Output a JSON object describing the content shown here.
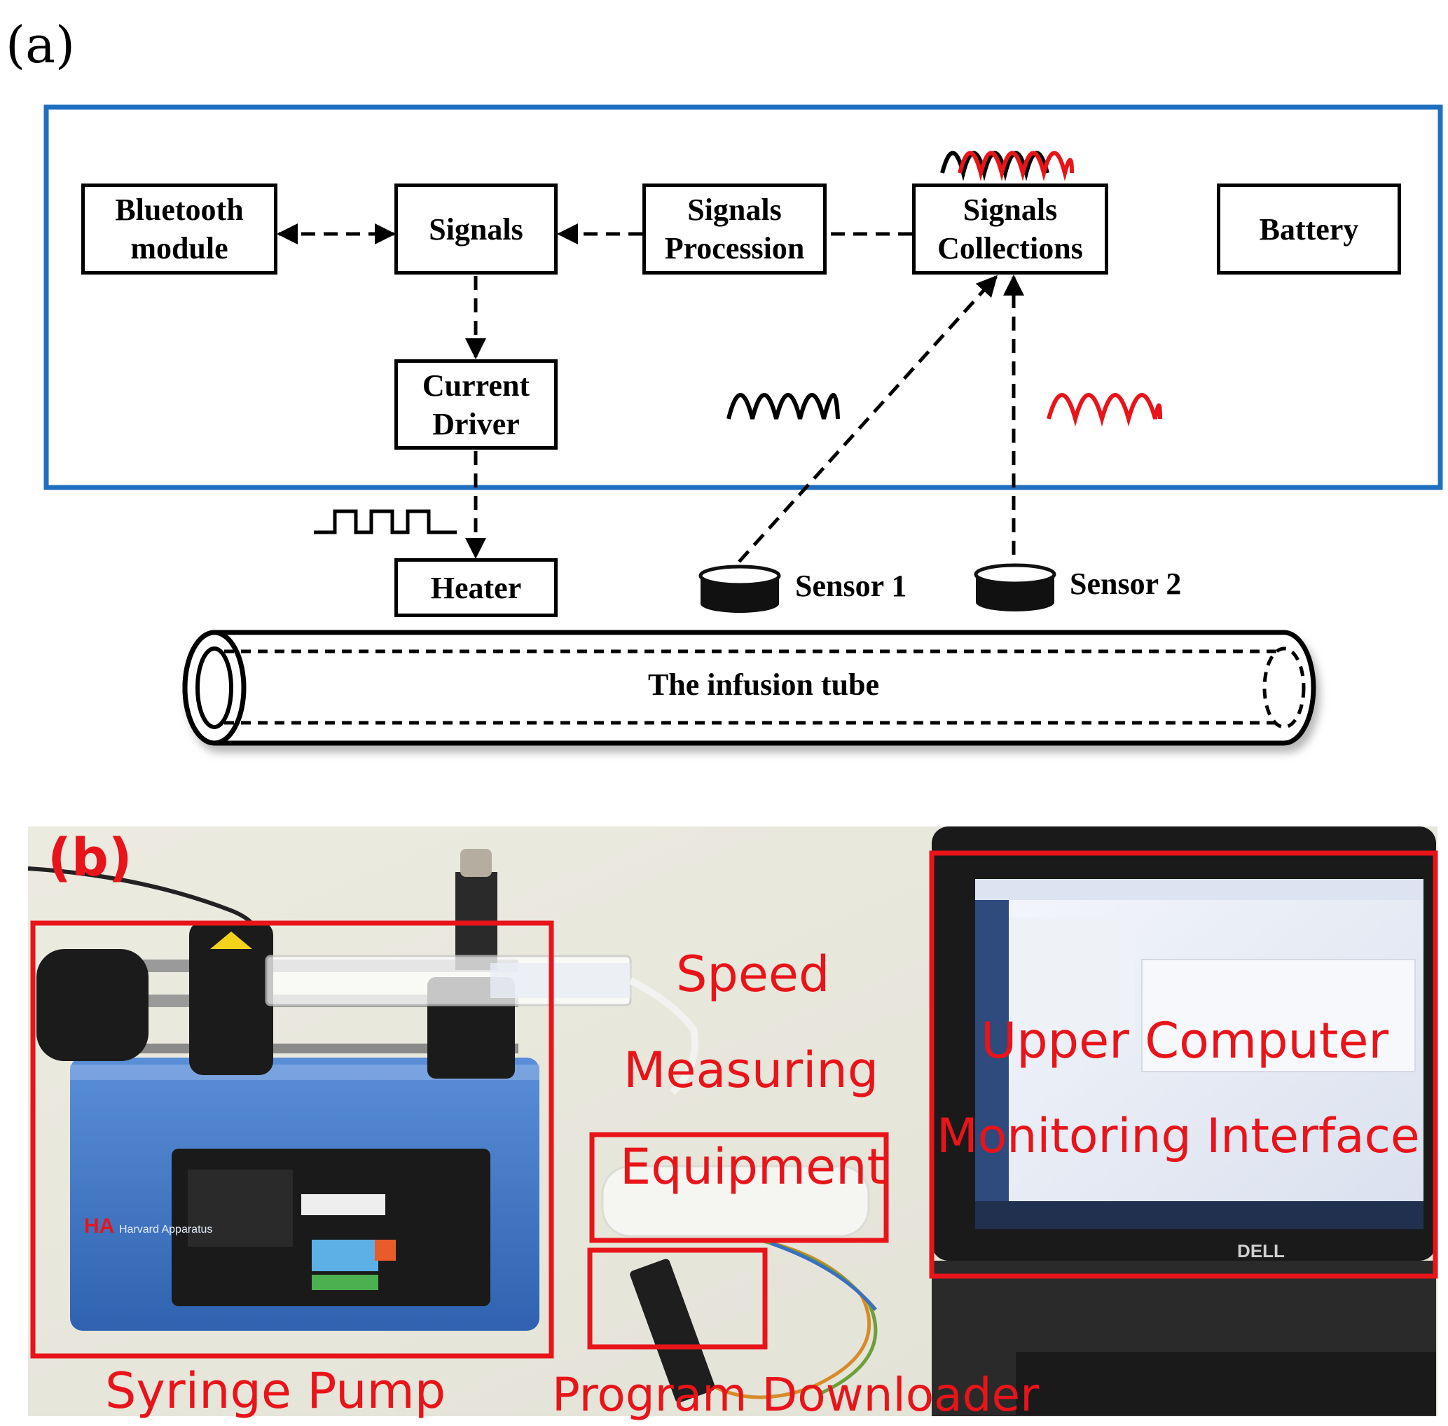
{
  "panel_a": {
    "label": "(a)",
    "blocks": {
      "bluetooth": "Bluetooth\nmodule",
      "signals": "Signals",
      "signals_procession": "Signals\nProcession",
      "signals_collections": "Signals\nCollections",
      "battery": "Battery",
      "current_driver": "Current\nDriver",
      "heater": "Heater"
    },
    "sensors": {
      "sensor1": "Sensor 1",
      "sensor2": "Sensor 2"
    },
    "tube": "The infusion tube",
    "colors": {
      "frame": "#1f6fc0",
      "signal_red": "#e8141a",
      "line": "#000000"
    }
  },
  "panel_b": {
    "label": "(b)",
    "labels": {
      "syringe_pump": "Syringe Pump",
      "speed": "Speed",
      "measuring": "Measuring",
      "equipment": "Equipment",
      "upper_computer": "Upper Computer",
      "monitoring": "Monitoring Interface",
      "program_downloader": "Program Downloader"
    },
    "pump_brand": "Harvard Apparatus",
    "laptop_brand": "DELL",
    "colors": {
      "annotation": "#e8141a",
      "pump_body": "#3f78c8"
    }
  }
}
